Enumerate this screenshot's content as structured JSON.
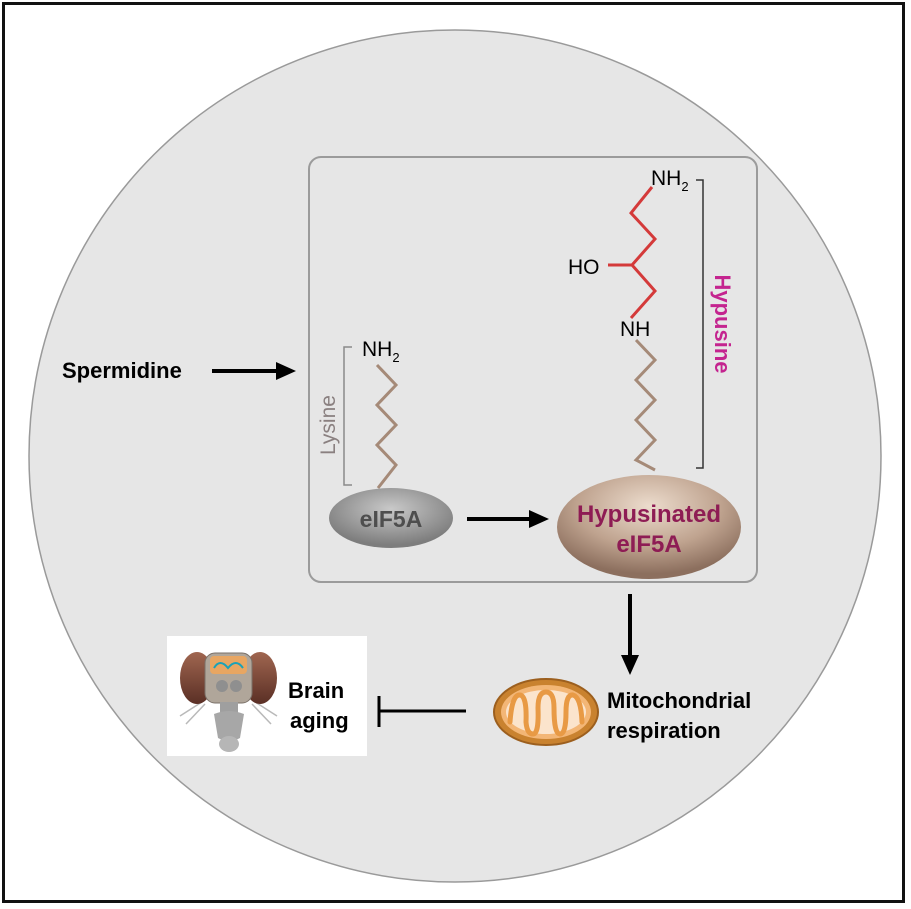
{
  "labels": {
    "spermidine": "Spermidine",
    "lysine": "Lysine",
    "nh2_left": "NH",
    "nh2_left_sub": "2",
    "eif5a": "eIF5A",
    "nh2_top": "NH",
    "nh2_top_sub": "2",
    "ho": "HO",
    "nh": "NH",
    "hypusine": "Hypusine",
    "hypusinated_line1": "Hypusinated",
    "hypusinated_line2": "eIF5A",
    "mito_line1": "Mitochondrial",
    "mito_line2": "respiration",
    "brain_line1": "Brain",
    "brain_line2": "aging"
  },
  "colors": {
    "circle_fill": "#e6e6e6",
    "lysine_chain": "#a58a78",
    "hypusine_chain": "#d43a3a",
    "hypusine_label": "#c4248f",
    "hypusinated_label": "#8e1c54",
    "mito_orange": "#e89a45"
  },
  "icons": {
    "mitochondrion": "mitochondrion-icon",
    "fly_brain": "fly-head-icon"
  }
}
